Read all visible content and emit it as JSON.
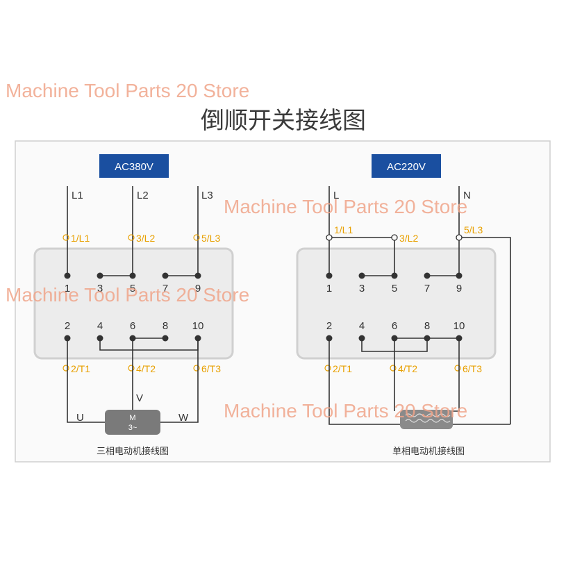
{
  "watermark": "Machine Tool Parts 20 Store",
  "title": "倒顺开关接线图",
  "left": {
    "supply": "AC380V",
    "lines": [
      "L1",
      "L2",
      "L3"
    ],
    "top_terminals": [
      "1/L1",
      "3/L2",
      "5/L3"
    ],
    "bottom_terminals": [
      "2/T1",
      "4/T2",
      "6/T3"
    ],
    "row1": [
      "1",
      "3",
      "5",
      "7",
      "9"
    ],
    "row2": [
      "2",
      "4",
      "6",
      "8",
      "10"
    ],
    "phases": [
      "U",
      "V",
      "W"
    ],
    "motor_label": "M",
    "motor_sub": "3~",
    "caption": "三相电动机接线图"
  },
  "right": {
    "supply": "AC220V",
    "lines": [
      "L",
      "N"
    ],
    "top_terminals": [
      "1/L1",
      "3/L2",
      "5/L3"
    ],
    "bottom_terminals": [
      "2/T1",
      "4/T2",
      "6/T3"
    ],
    "row1": [
      "1",
      "3",
      "5",
      "7",
      "9"
    ],
    "row2": [
      "2",
      "4",
      "6",
      "8",
      "10"
    ],
    "caption": "单相电动机接线图"
  },
  "colors": {
    "badge": "#1a4fa0",
    "terminal_text": "#e8a000",
    "box_fill": "#ececec",
    "box_stroke": "#d0d0d0",
    "watermark": "#f0a58a"
  }
}
